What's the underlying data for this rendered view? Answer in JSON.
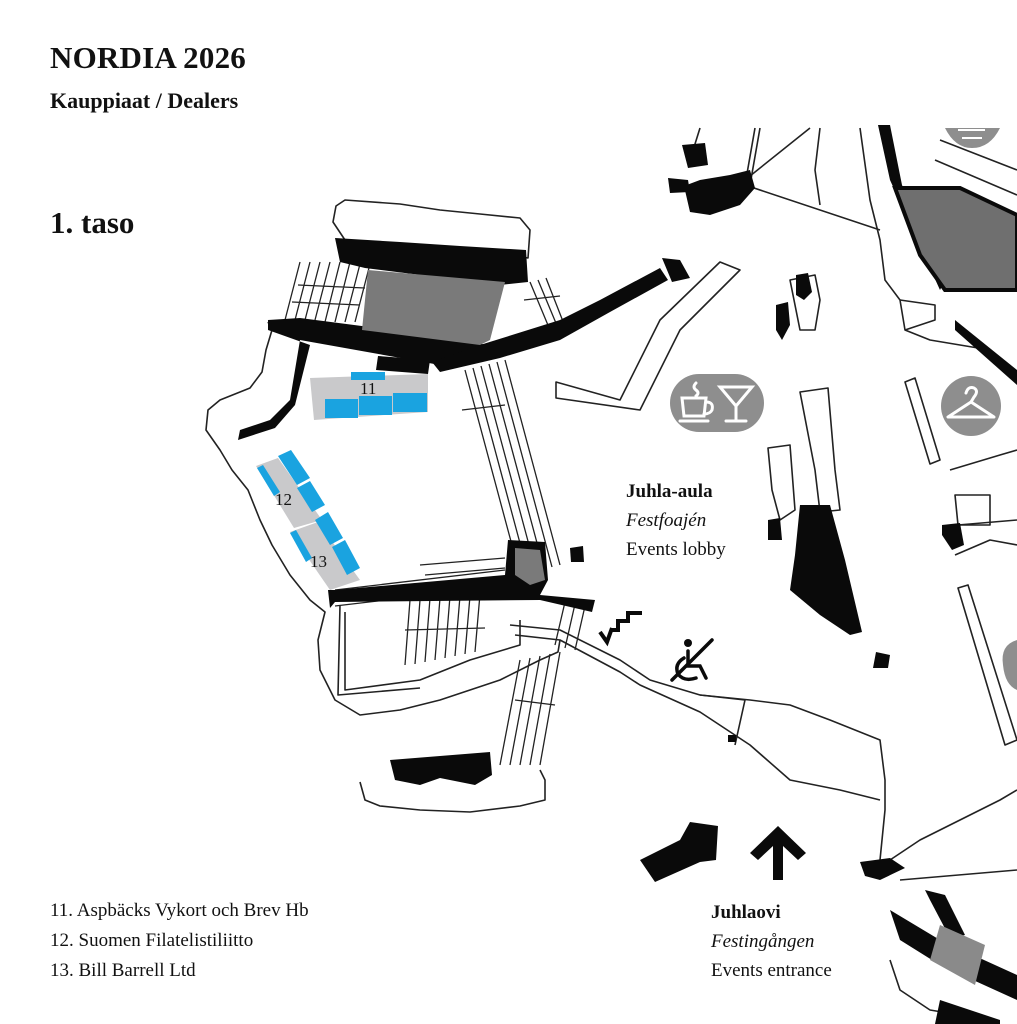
{
  "header": {
    "title": "NORDIA 2026",
    "subtitle": "Kauppiaat / Dealers",
    "level": "1. taso"
  },
  "areas": {
    "lobby": {
      "name": "Juhla-aula",
      "name_sv": "Festfoajén",
      "name_en": "Events lobby"
    },
    "entrance": {
      "name": "Juhlaovi",
      "name_sv": "Festingången",
      "name_en": "Events entrance"
    }
  },
  "booths": [
    {
      "number": "11",
      "dealer": "Aspbäcks Vykort och Brev Hb"
    },
    {
      "number": "12",
      "dealer": "Suomen Filatelistiliitto"
    },
    {
      "number": "13",
      "dealer": "Bill Barrell Ltd"
    }
  ],
  "legend": [
    "11. Aspbäcks Vykort och Brev Hb",
    "12. Suomen Filatelistiliitto",
    "13. Bill Barrell Ltd"
  ],
  "icons": [
    "cafe-bar-icon",
    "cloakroom-icon",
    "stairs-down-icon",
    "no-wheelchair-access-icon",
    "entrance-arrow-icon"
  ],
  "colors": {
    "booth_blue": "#1aa3e0",
    "booth_area_gray": "#c9c9cb",
    "room_gray": "#7a7a7a",
    "icon_gray": "#8e8e8e",
    "wall_black": "#0a0a0a"
  }
}
